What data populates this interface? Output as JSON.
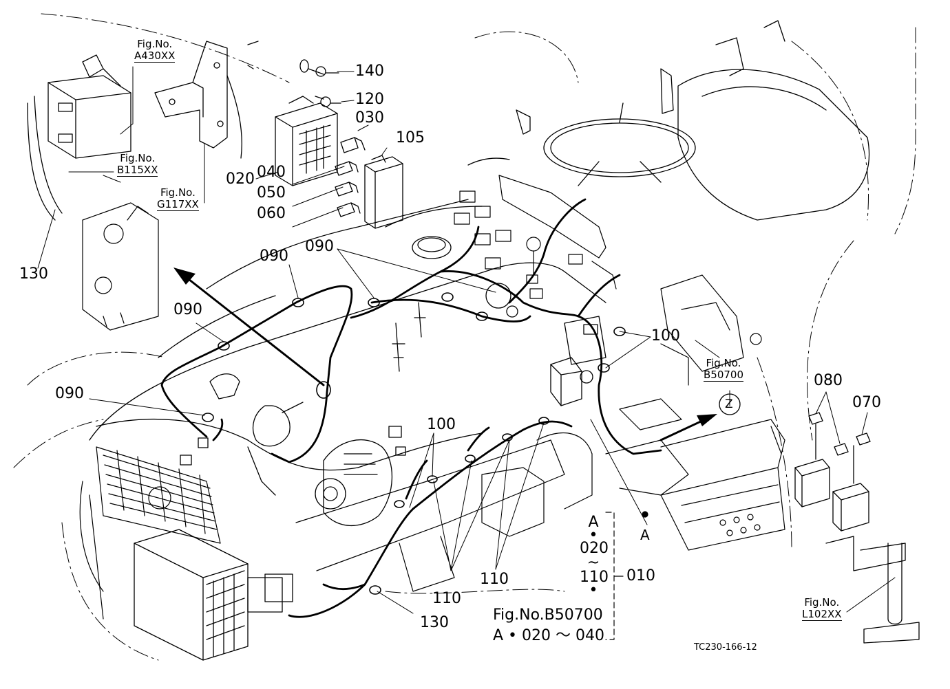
{
  "parts": {
    "p140": "140",
    "p120": "120",
    "p030": "030",
    "p105": "105",
    "p020": "020",
    "p040": "040",
    "p050": "050",
    "p060": "060",
    "p090a": "090",
    "p090b": "090",
    "p090c": "090",
    "p090d": "090",
    "p130a": "130",
    "p100a": "100",
    "p100b": "100",
    "p080": "080",
    "p070": "070",
    "p110a": "110",
    "p110b": "110",
    "p130b": "130"
  },
  "figure_refs": {
    "a430": {
      "line1": "Fig.No.",
      "line2": "A430XX"
    },
    "b115": {
      "line1": "Fig.No.",
      "line2": "B115XX"
    },
    "g117": {
      "line1": "Fig.No.",
      "line2": "G117XX"
    },
    "b507": {
      "line1": "Fig.No.",
      "line2": "B50700"
    },
    "l102": {
      "line1": "Fig.No.",
      "line2": "L102XX"
    }
  },
  "markers": {
    "z": "Z",
    "a_point": "A"
  },
  "group_note": {
    "a": "A",
    "dot1": "•",
    "from": "020",
    "tilde": "~",
    "to": "110",
    "dot2": "•",
    "assembly": "010"
  },
  "bottom_ref": {
    "line1": "Fig.No.B50700",
    "line2": "A • 020 ～ 040"
  },
  "drawing_code": "TC230-166-12"
}
